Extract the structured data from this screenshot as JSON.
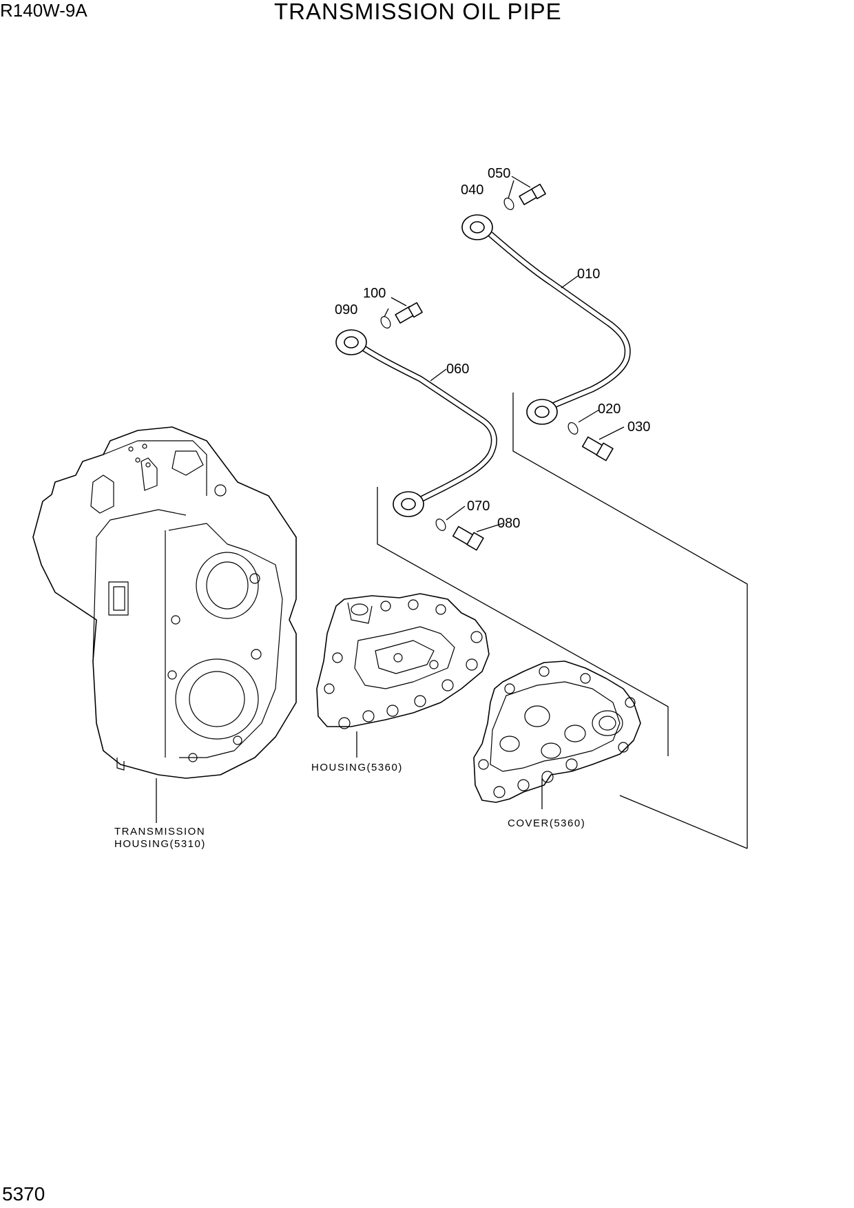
{
  "header": {
    "model": "R140W-9A",
    "title": "TRANSMISSION OIL PIPE"
  },
  "footer": {
    "page_number": "5370"
  },
  "callouts": {
    "p010": "010",
    "p020": "020",
    "p030": "030",
    "p040": "040",
    "p050": "050",
    "p060": "060",
    "p070": "070",
    "p080": "080",
    "p090": "090",
    "p100": "100"
  },
  "references": {
    "transmission_housing_line1": "TRANSMISSION",
    "transmission_housing_line2": "HOUSING(5310)",
    "housing": "HOUSING(5360)",
    "cover": "COVER(5360)"
  }
}
